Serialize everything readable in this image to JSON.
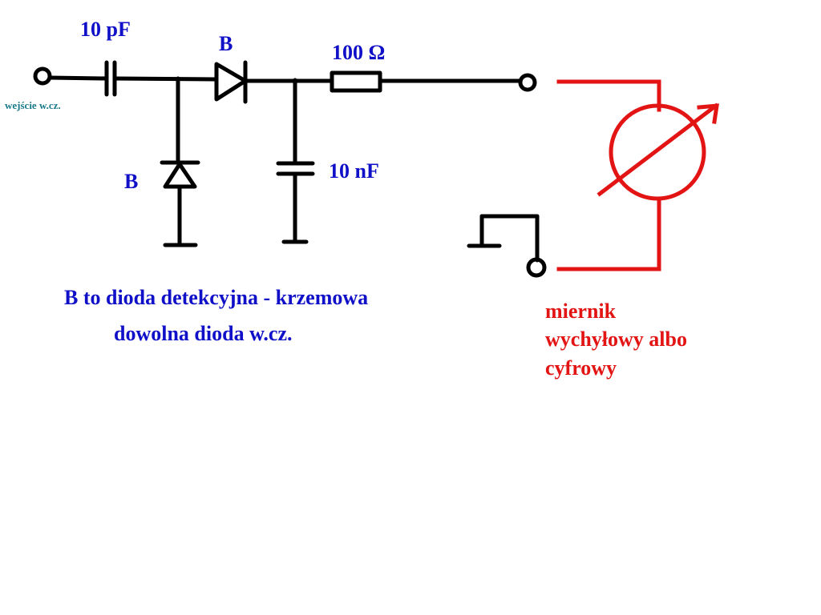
{
  "labels": {
    "input": "wejście w.cz.",
    "cap_series": "10 pF",
    "diode_series": "B",
    "diode_shunt": "B",
    "resistor": "100 Ω",
    "cap_shunt": "10 nF"
  },
  "notes": {
    "line1": "B to dioda detekcyjna - krzemowa",
    "line2": "dowolna dioda w.cz."
  },
  "meter_note": {
    "line1": "miernik",
    "line2": "wychyłowy albo",
    "line3": "cyfrowy"
  },
  "colors": {
    "label_blue": "#1010c8",
    "meter_red": "#e31414",
    "input_teal": "#1a7a8a",
    "wire_black": "#000000"
  }
}
